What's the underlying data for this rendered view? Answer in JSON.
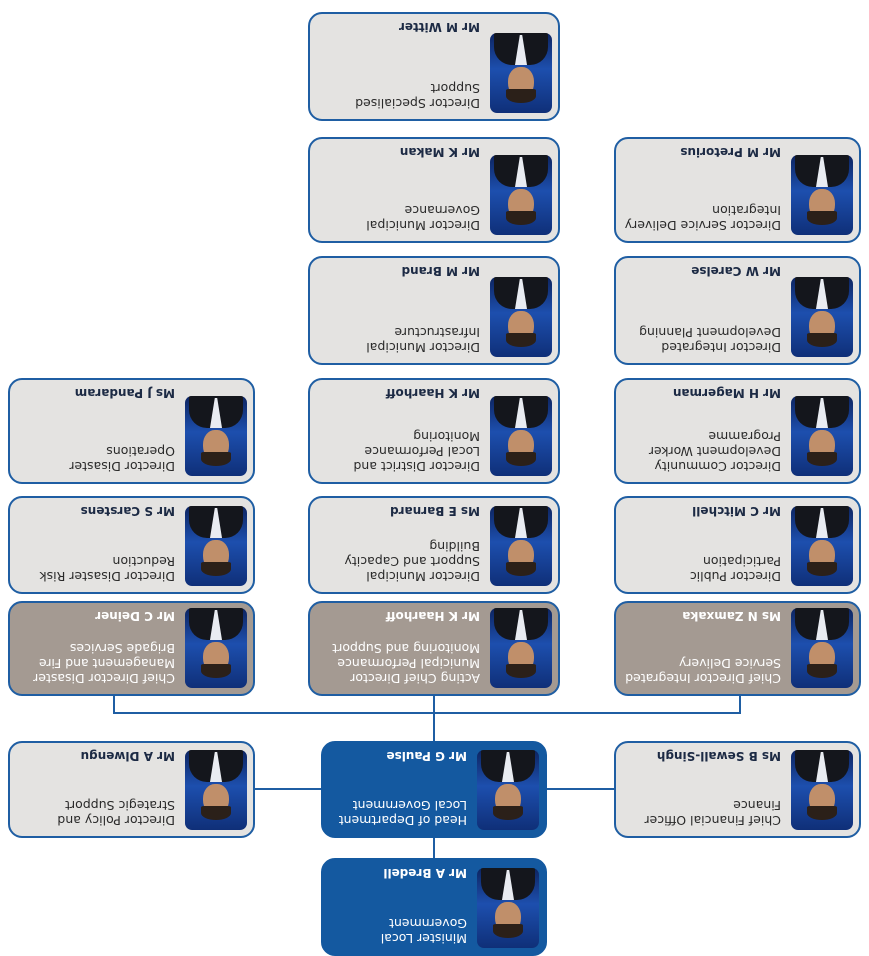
{
  "cards": {
    "minister": {
      "role": "Minister Local Government",
      "name": "Mr A Bredell"
    },
    "hod": {
      "role": "Head of Department Local Government",
      "name": "Mr G Paulse"
    },
    "cfo": {
      "role": "Chief Financial Officer Finance",
      "name": "Ms B Sewall-Singh"
    },
    "policy": {
      "role": "Director Policy and Strategic Support",
      "name": "Mr A Dlwengu"
    },
    "cd_service": {
      "role": "Chief Director Integrated Service Delivery",
      "name": "Ms N Zamxaka"
    },
    "cd_municipal": {
      "role": "Acting Chief Director Municipal Performance Monitoring and Support",
      "name": "Mr K Haarhoff"
    },
    "cd_disaster": {
      "role": "Chief Director Disaster Management and Fire Brigade Services",
      "name": "Mr C Deiner"
    },
    "public_participation": {
      "role": "Director Public Participation",
      "name": "Mr C Mitchell"
    },
    "cdw": {
      "role": "Director Community Development Worker Programme",
      "name": "Mr H Magerman"
    },
    "idp": {
      "role": "Director Integrated Development Planning",
      "name": "Mr W Carelse"
    },
    "sdi": {
      "role": "Director Service Delivery Integration",
      "name": "Mr M Pretorius"
    },
    "capacity": {
      "role": "Director Municipal Support and Capacity Building",
      "name": "Ms E Barnard"
    },
    "monitoring": {
      "role": "Director District and Local Performance Monitoring",
      "name": "Mr K Haarhoff"
    },
    "infrastructure": {
      "role": "Director Municipal Infrastructure",
      "name": "Mr M Brand"
    },
    "governance": {
      "role": "Director Municipal Governance",
      "name": "Mr K Makan"
    },
    "specialised": {
      "role": "Director Specialised Support",
      "name": "Mr M Witter"
    },
    "risk": {
      "role": "Director Disaster Risk Reduction",
      "name": "Mr S Carstens"
    },
    "operations": {
      "role": "Director Disaster Operations",
      "name": "Ms J Pandaram"
    }
  }
}
